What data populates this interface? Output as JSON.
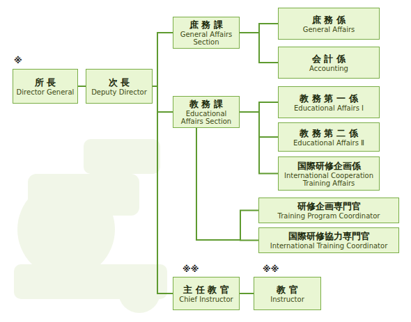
{
  "diagram": {
    "nodes": [
      {
        "text": [
          "所 長",
          "Director General"
        ]
      },
      {
        "text": [
          "次 長",
          "Deputy Director"
        ]
      },
      {
        "text": [
          "庶 務 課",
          "General Affairs Section"
        ]
      },
      {
        "text": [
          "庶 務 係",
          "General Affairs"
        ]
      },
      {
        "text": [
          "会 計 係",
          "Accounting"
        ]
      },
      {
        "text": [
          "教 務 課",
          "Educational Affairs Section"
        ]
      },
      {
        "text": [
          "教 務 第 一 係",
          "Educational Affairs Ⅰ"
        ]
      },
      {
        "text": [
          "教 務 第 二 係",
          "Educational Affairs Ⅱ"
        ]
      },
      {
        "text": [
          "国際研修企画係",
          "International Cooperation Training Affairs"
        ]
      },
      {
        "text": [
          "研修企画専門官",
          "Training Program Coordinator"
        ]
      },
      {
        "text": [
          "国際研修協力専門官",
          "International Training Coordinator"
        ]
      },
      {
        "text": [
          "主 任 教 官",
          "Chief Instructor"
        ]
      },
      {
        "text": [
          "教 官",
          "Instructor"
        ]
      }
    ],
    "edges": [
      {
        "from": 0,
        "to": 1,
        "arrow": "none"
      },
      {
        "from": 1,
        "to": 2,
        "arrow": "none"
      },
      {
        "from": 1,
        "to": 5,
        "arrow": "none"
      },
      {
        "from": 1,
        "to": 11,
        "arrow": "none"
      },
      {
        "from": 2,
        "to": 3,
        "arrow": "none"
      },
      {
        "from": 2,
        "to": 4,
        "arrow": "none"
      },
      {
        "from": 5,
        "to": 6,
        "arrow": "none"
      },
      {
        "from": 5,
        "to": 7,
        "arrow": "none"
      },
      {
        "from": 5,
        "to": 8,
        "arrow": "none"
      },
      {
        "from": 5,
        "to": 9,
        "arrow": "none"
      },
      {
        "from": 5,
        "to": 10,
        "arrow": "none"
      },
      {
        "from": 11,
        "to": 12,
        "arrow": "none"
      }
    ],
    "labels": [
      "※",
      "※※",
      "※※"
    ]
  }
}
